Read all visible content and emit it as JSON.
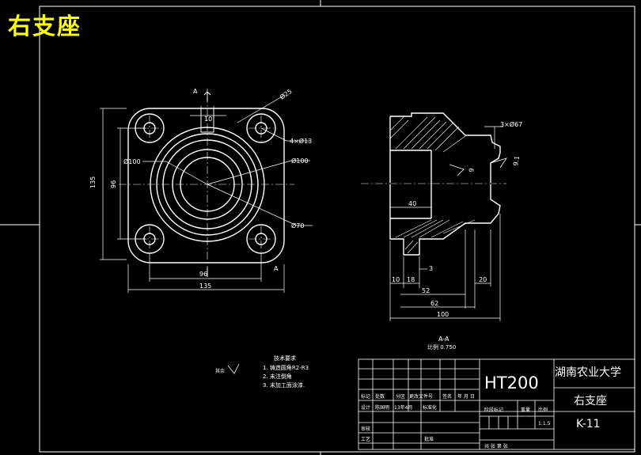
{
  "drawing": {
    "title": "右支座",
    "material": "HT200",
    "organization": "湖南农业大学",
    "part_name": "右支座",
    "drawing_no": "K-11",
    "scale": "1:1.5"
  },
  "section_view": {
    "label": "A-A",
    "scale_label": "比例 0.750",
    "marker": "A"
  },
  "dimensions": {
    "front": [
      "10",
      "Ø25",
      "4×Ø13",
      "Ø100",
      "Ø100",
      "Ø70",
      "135",
      "96",
      "96",
      "135"
    ],
    "section": [
      "3×Ø67",
      "9",
      "9.1",
      "40",
      "10",
      "18",
      "3",
      "52",
      "62",
      "100",
      "20"
    ]
  },
  "notes": {
    "heading": "技术要求",
    "items": [
      "1. 铸造圆角R2-R3",
      "2. 未注倒角",
      "3. 未加工面涂漆."
    ],
    "roughness_label": "其余"
  },
  "title_block": {
    "row1": [
      "标记",
      "处数",
      "分区",
      "更改文件号",
      "签名",
      "年 月 日"
    ],
    "row2": [
      "设计",
      "陈国明",
      "13年4月",
      "标准化"
    ],
    "stage_labels": [
      "阶段标记",
      "重量",
      "比例"
    ],
    "row_approve": "审核",
    "row_process": "工艺",
    "row_approve2": "批准",
    "sheet_info": "共  张  第  张"
  }
}
